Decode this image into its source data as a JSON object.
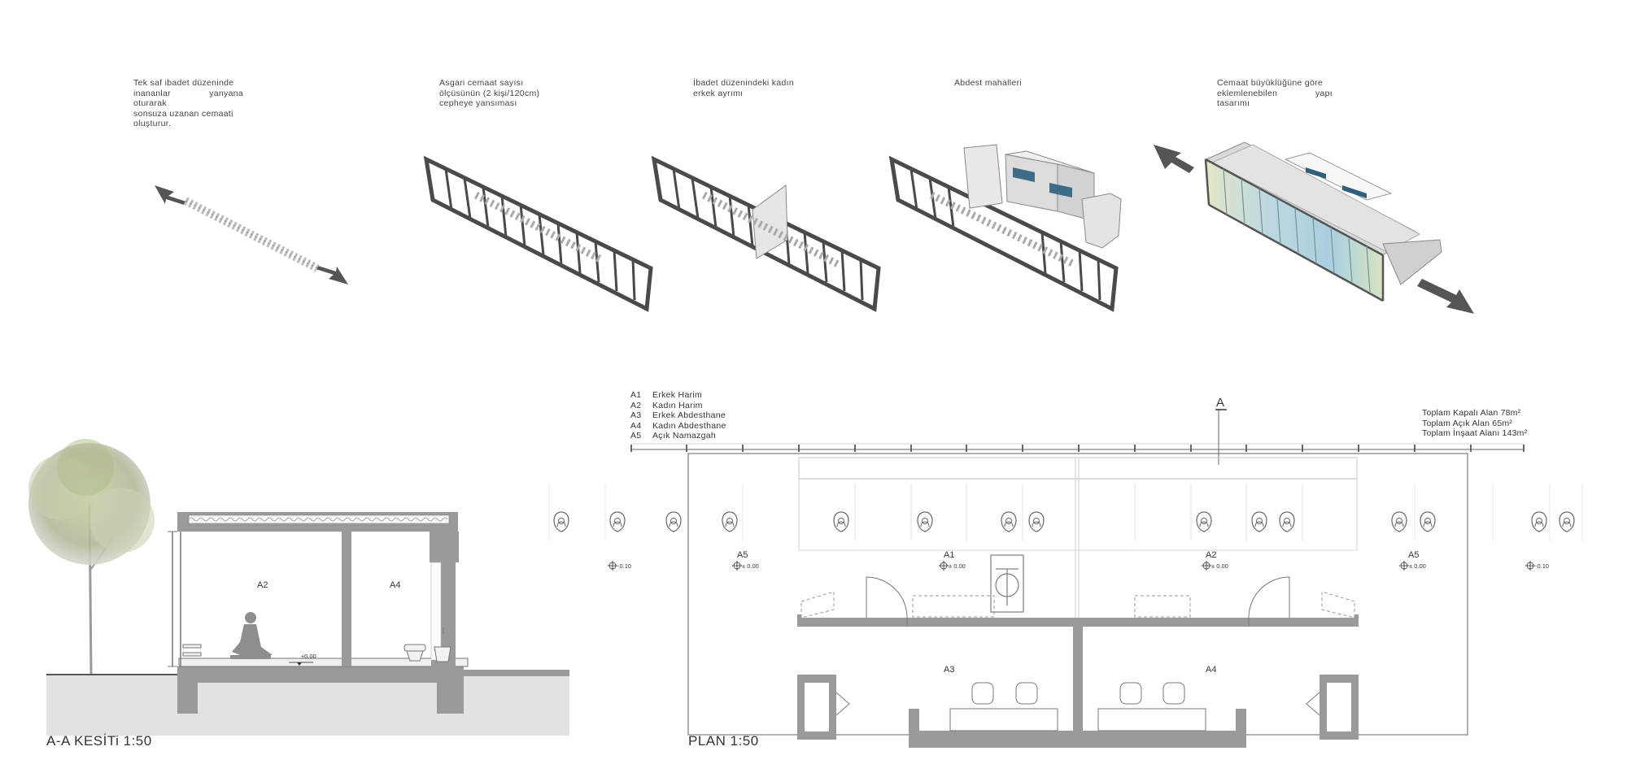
{
  "captions": {
    "c1": [
      "Tek saf ibadet düzeninde",
      "inananlar yanyana oturarak",
      "sonsuza uzanan cemaati",
      "oluşturur."
    ],
    "c2": [
      "Asgari cemaat sayısı",
      "ölçüsünün (2 kişi/120cm)",
      "cepheye yansıması"
    ],
    "c3": [
      "İbadet düzenindeki kadın",
      "erkek ayrımı"
    ],
    "c4": [
      "Abdest mahalleri"
    ],
    "c5": [
      "Cemaat büyüklüğüne göre",
      "eklemlenebilen yapı tasarımı"
    ]
  },
  "legend": [
    {
      "code": "A1",
      "name": "Erkek Harim"
    },
    {
      "code": "A2",
      "name": "Kadın Harim"
    },
    {
      "code": "A3",
      "name": "Erkek Abdesthane"
    },
    {
      "code": "A4",
      "name": "Kadın Abdesthane"
    },
    {
      "code": "A5",
      "name": "Açık Namazgah"
    }
  ],
  "totals": [
    "Toplam Kapalı Alan 78m²",
    "Toplam Açık Alan 65m²",
    "Toplam İnşaat Alanı 143m²"
  ],
  "section": {
    "marker": "A",
    "room_a2": "A2",
    "room_a4": "A4",
    "level": "±0.00",
    "title": "A-A KESİTi 1:50"
  },
  "plan": {
    "title": "PLAN 1:50",
    "rooms": {
      "a5_left": "A5",
      "a1": "A1",
      "a2": "A2",
      "a5_right": "A5",
      "a3": "A3",
      "a4": "A4"
    },
    "levels": {
      "outer_left": "-0.10",
      "a5_left": "± 0.00",
      "a1": "± 0.00",
      "a2": "± 0.00",
      "a5_right": "± 0.00",
      "outer_right": "-0.10"
    }
  },
  "colors": {
    "wall": "#9a9a9a",
    "line": "#555555",
    "ground": "#e2e2e2",
    "glass": "#c9dfe0"
  }
}
